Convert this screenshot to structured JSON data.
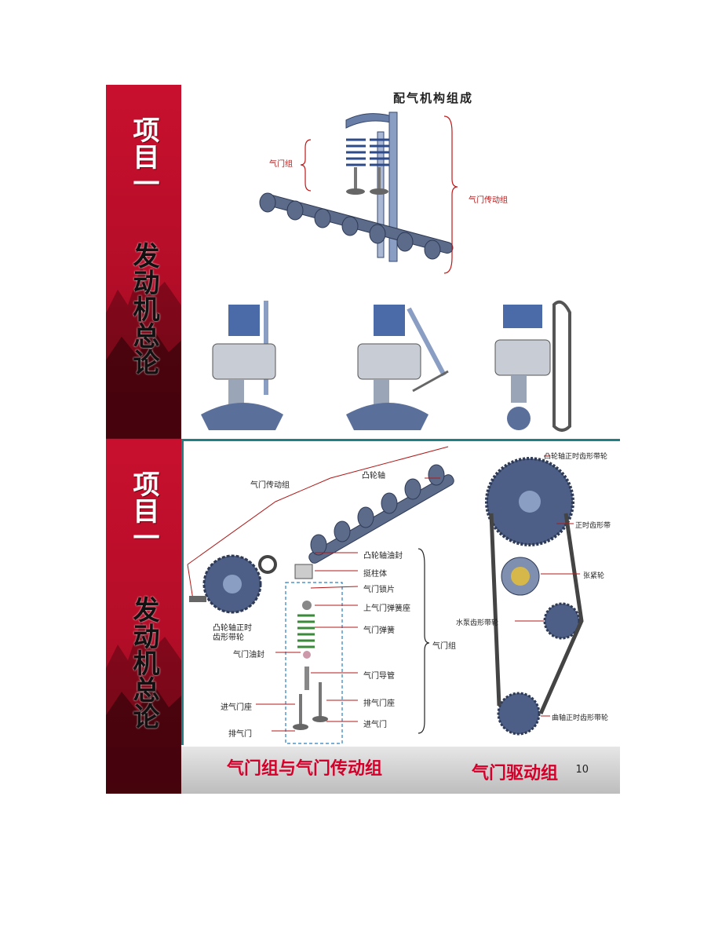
{
  "sidebar": {
    "line1": "项目一",
    "line2": "发动机总论"
  },
  "slide1": {
    "title": "配气机构组成",
    "label_valve_group": "气门组",
    "label_valve_drive": "气门传动组"
  },
  "slide2": {
    "labels": {
      "valve_drive_group": "气门传动组",
      "camshaft": "凸轮轴",
      "camshaft_oil_seal": "凸轮轴油封",
      "tappet": "挺柱体",
      "valve_locks": "气门锁片",
      "upper_spring_seat": "上气门弹簧座",
      "valve_spring": "气门弹簧",
      "valve_oil_seal": "气门油封",
      "valve_guide": "气门导管",
      "exhaust_valve_seat": "排气门座",
      "intake_valve_seat": "进气门座",
      "intake_valve": "进气门",
      "exhaust_valve": "排气门",
      "valve_group": "气门组",
      "cam_timing_pulley_left": "凸轮轴正时\n齿形带轮",
      "cam_timing_pulley": "凸轮轴正时齿形带轮",
      "timing_belt": "正时齿形带",
      "tensioner": "张紧轮",
      "water_pump_pulley": "水泵齿形带轮",
      "crank_timing_pulley": "曲轴正时齿形带轮"
    },
    "caption_left": "气门组与气门传动组",
    "caption_right": "气门驱动组",
    "page_number": "10"
  },
  "colors": {
    "brand_red": "#c8102e",
    "teal": "#1f7f83",
    "caption_red": "#d4002a"
  }
}
